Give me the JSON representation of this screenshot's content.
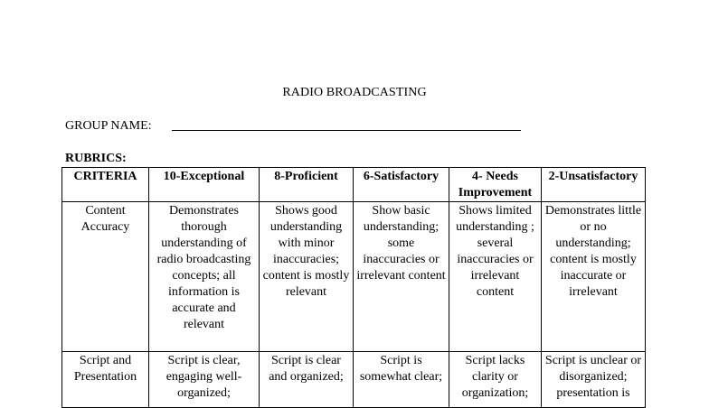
{
  "document": {
    "title": "RADIO BROADCASTING",
    "group_label": "GROUP NAME:",
    "rubrics_label": "RUBRICS:"
  },
  "table": {
    "headers": [
      "CRITERIA",
      "10-Exceptional",
      "8-Proficient",
      "6-Satisfactory",
      "4- Needs Improvement",
      "2-Unsatisfactory"
    ],
    "rows": [
      [
        "Content Accuracy",
        "Demonstrates thorough understanding of radio broadcasting concepts; all information is accurate and relevant",
        "Shows good understanding with minor inaccuracies; content is mostly relevant",
        "Show basic understanding; some inaccuracies or irrelevant content",
        "Shows limited understanding ; several inaccuracies or irrelevant content",
        "Demonstrates little or no understanding; content is mostly inaccurate or irrelevant"
      ],
      [
        "Script and Presentation",
        "Script is clear, engaging well-organized;",
        "Script is clear and organized;",
        "Script is somewhat clear;",
        "Script lacks clarity or organization;",
        "Script is unclear or disorganized; presentation is"
      ]
    ]
  }
}
